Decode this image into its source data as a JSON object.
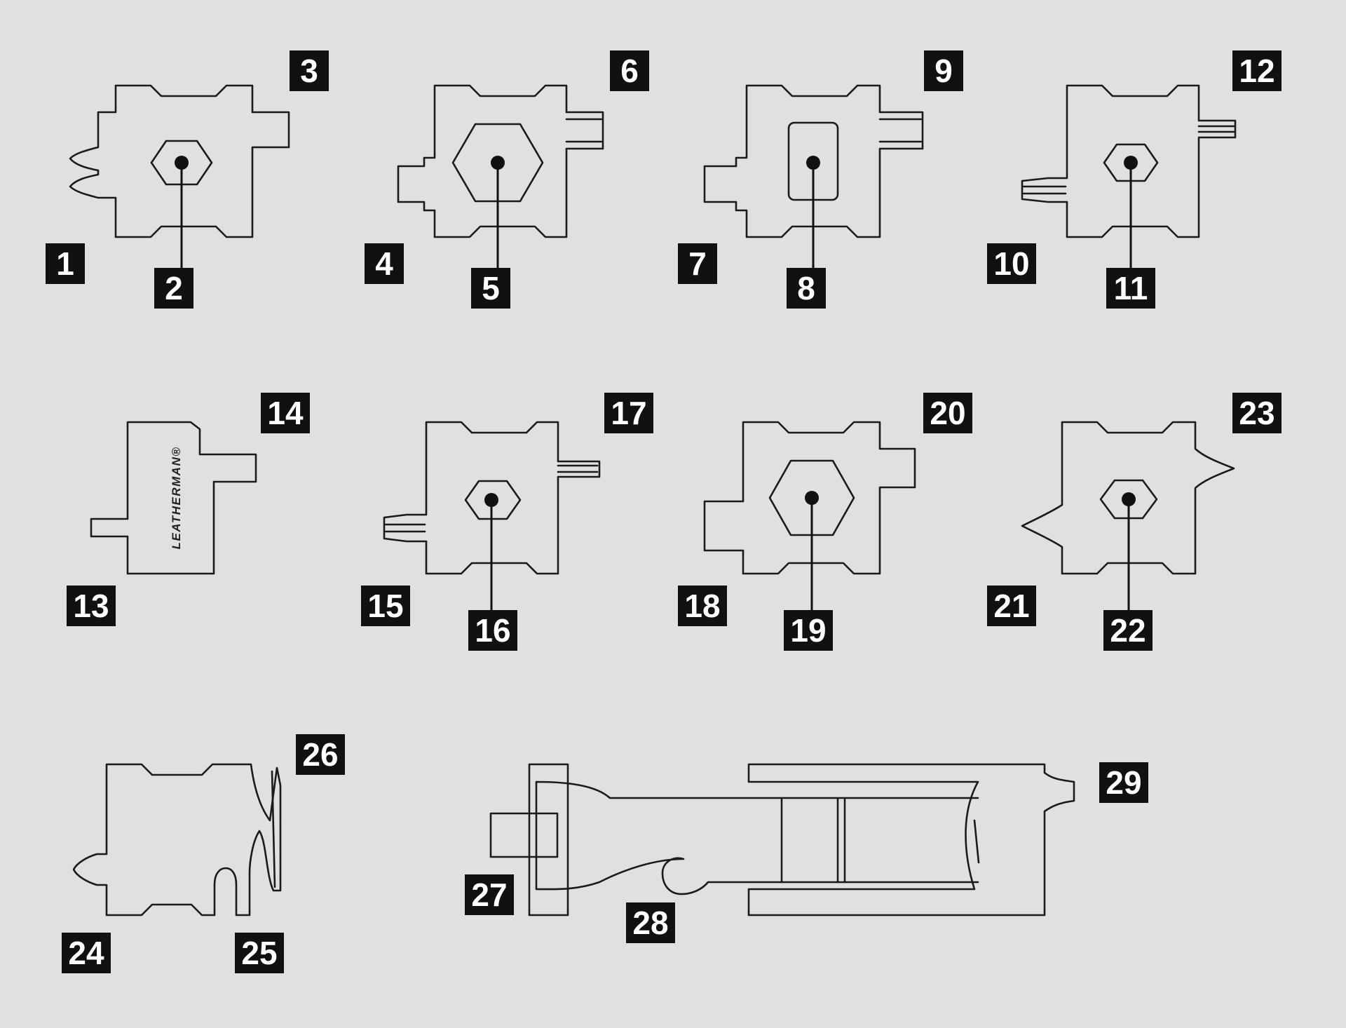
{
  "brand_text": "LEATHERMAN®",
  "colors": {
    "background": "#dfe0e2",
    "line": "#1a1a1a",
    "badge": "#111111",
    "badge_text": "#ffffff"
  },
  "callouts": [
    "1",
    "2",
    "3",
    "4",
    "5",
    "6",
    "7",
    "8",
    "9",
    "10",
    "11",
    "12",
    "13",
    "14",
    "15",
    "16",
    "17",
    "18",
    "19",
    "20",
    "21",
    "22",
    "23",
    "24",
    "25",
    "26",
    "27",
    "28",
    "29"
  ]
}
